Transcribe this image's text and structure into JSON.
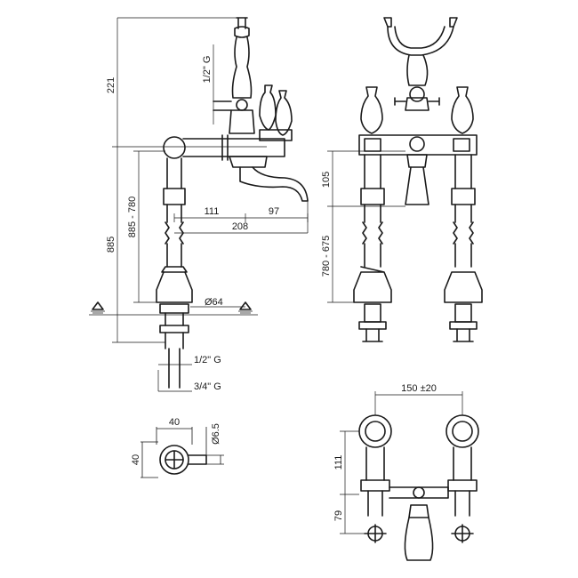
{
  "dimensions": {
    "d221": "221",
    "half_g_top": "1/2\" G",
    "d885": "885",
    "d885_780": "885 - 780",
    "d111_side": "111",
    "d97": "97",
    "d208": "208",
    "dia64": "Ø64",
    "half_g_bottom": "1/2\" G",
    "three_quarter_g": "3/4\" G",
    "d105": "105",
    "d780_675": "780 - 675",
    "d40_top": "40",
    "d40_side": "40",
    "dia6_5": "Ø6.5",
    "d150": "150 ±20",
    "d111_plan": "111",
    "d79": "79"
  },
  "colors": {
    "ink": "#1a1a1a",
    "background": "#ffffff"
  }
}
